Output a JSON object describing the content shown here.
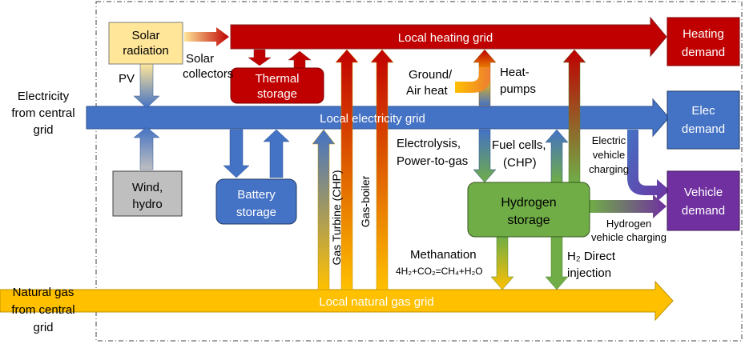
{
  "colors": {
    "heating": "#c00000",
    "electricity": "#4472c4",
    "gas": "#ffc000",
    "hydrogen": "#70ad47",
    "vehicle": "#7030a0",
    "solar": "#ffe699",
    "wind": "#bfbfbf"
  },
  "nodes": {
    "solar": [
      "Solar",
      "radiation"
    ],
    "thermal": [
      "Thermal",
      "storage"
    ],
    "wind": [
      "Wind,",
      "hydro"
    ],
    "battery": [
      "Battery",
      "storage"
    ],
    "hydrogen": [
      "Hydrogen",
      "storage"
    ],
    "heating_demand": [
      "Heating",
      "demand"
    ],
    "elec_demand": [
      "Elec",
      "demand"
    ],
    "vehicle_demand": [
      "Vehicle",
      "demand"
    ]
  },
  "grids": {
    "heating": "Local heating grid",
    "electricity": "Local electricity grid",
    "gas": "Local natural gas grid"
  },
  "sources": {
    "electricity": [
      "Electricity",
      "from central",
      "grid"
    ],
    "gas": [
      "Natural gas",
      "from central",
      "grid"
    ]
  },
  "labels": {
    "solar_collectors": [
      "Solar",
      "collectors"
    ],
    "pv": "PV",
    "ground_air": [
      "Ground/",
      "Air heat"
    ],
    "heat_pumps": [
      "Heat-",
      "pumps"
    ],
    "electrolysis": [
      "Electrolysis,",
      "Power-to-gas"
    ],
    "fuel_cells": [
      "Fuel cells,",
      "(CHP)"
    ],
    "ev_charging": [
      "Electric",
      "vehicle",
      "charging"
    ],
    "h2_charging": [
      "Hydrogen",
      "vehicle charging"
    ],
    "gas_turbine": "Gas Turbine (CHP)",
    "gas_boiler": "Gas-boiler",
    "methanation": "Methanation",
    "methanation_formula": "4H₂+CO₂=CH₄+H₂O",
    "h2_direct": [
      "H₂ Direct",
      "injection"
    ]
  }
}
